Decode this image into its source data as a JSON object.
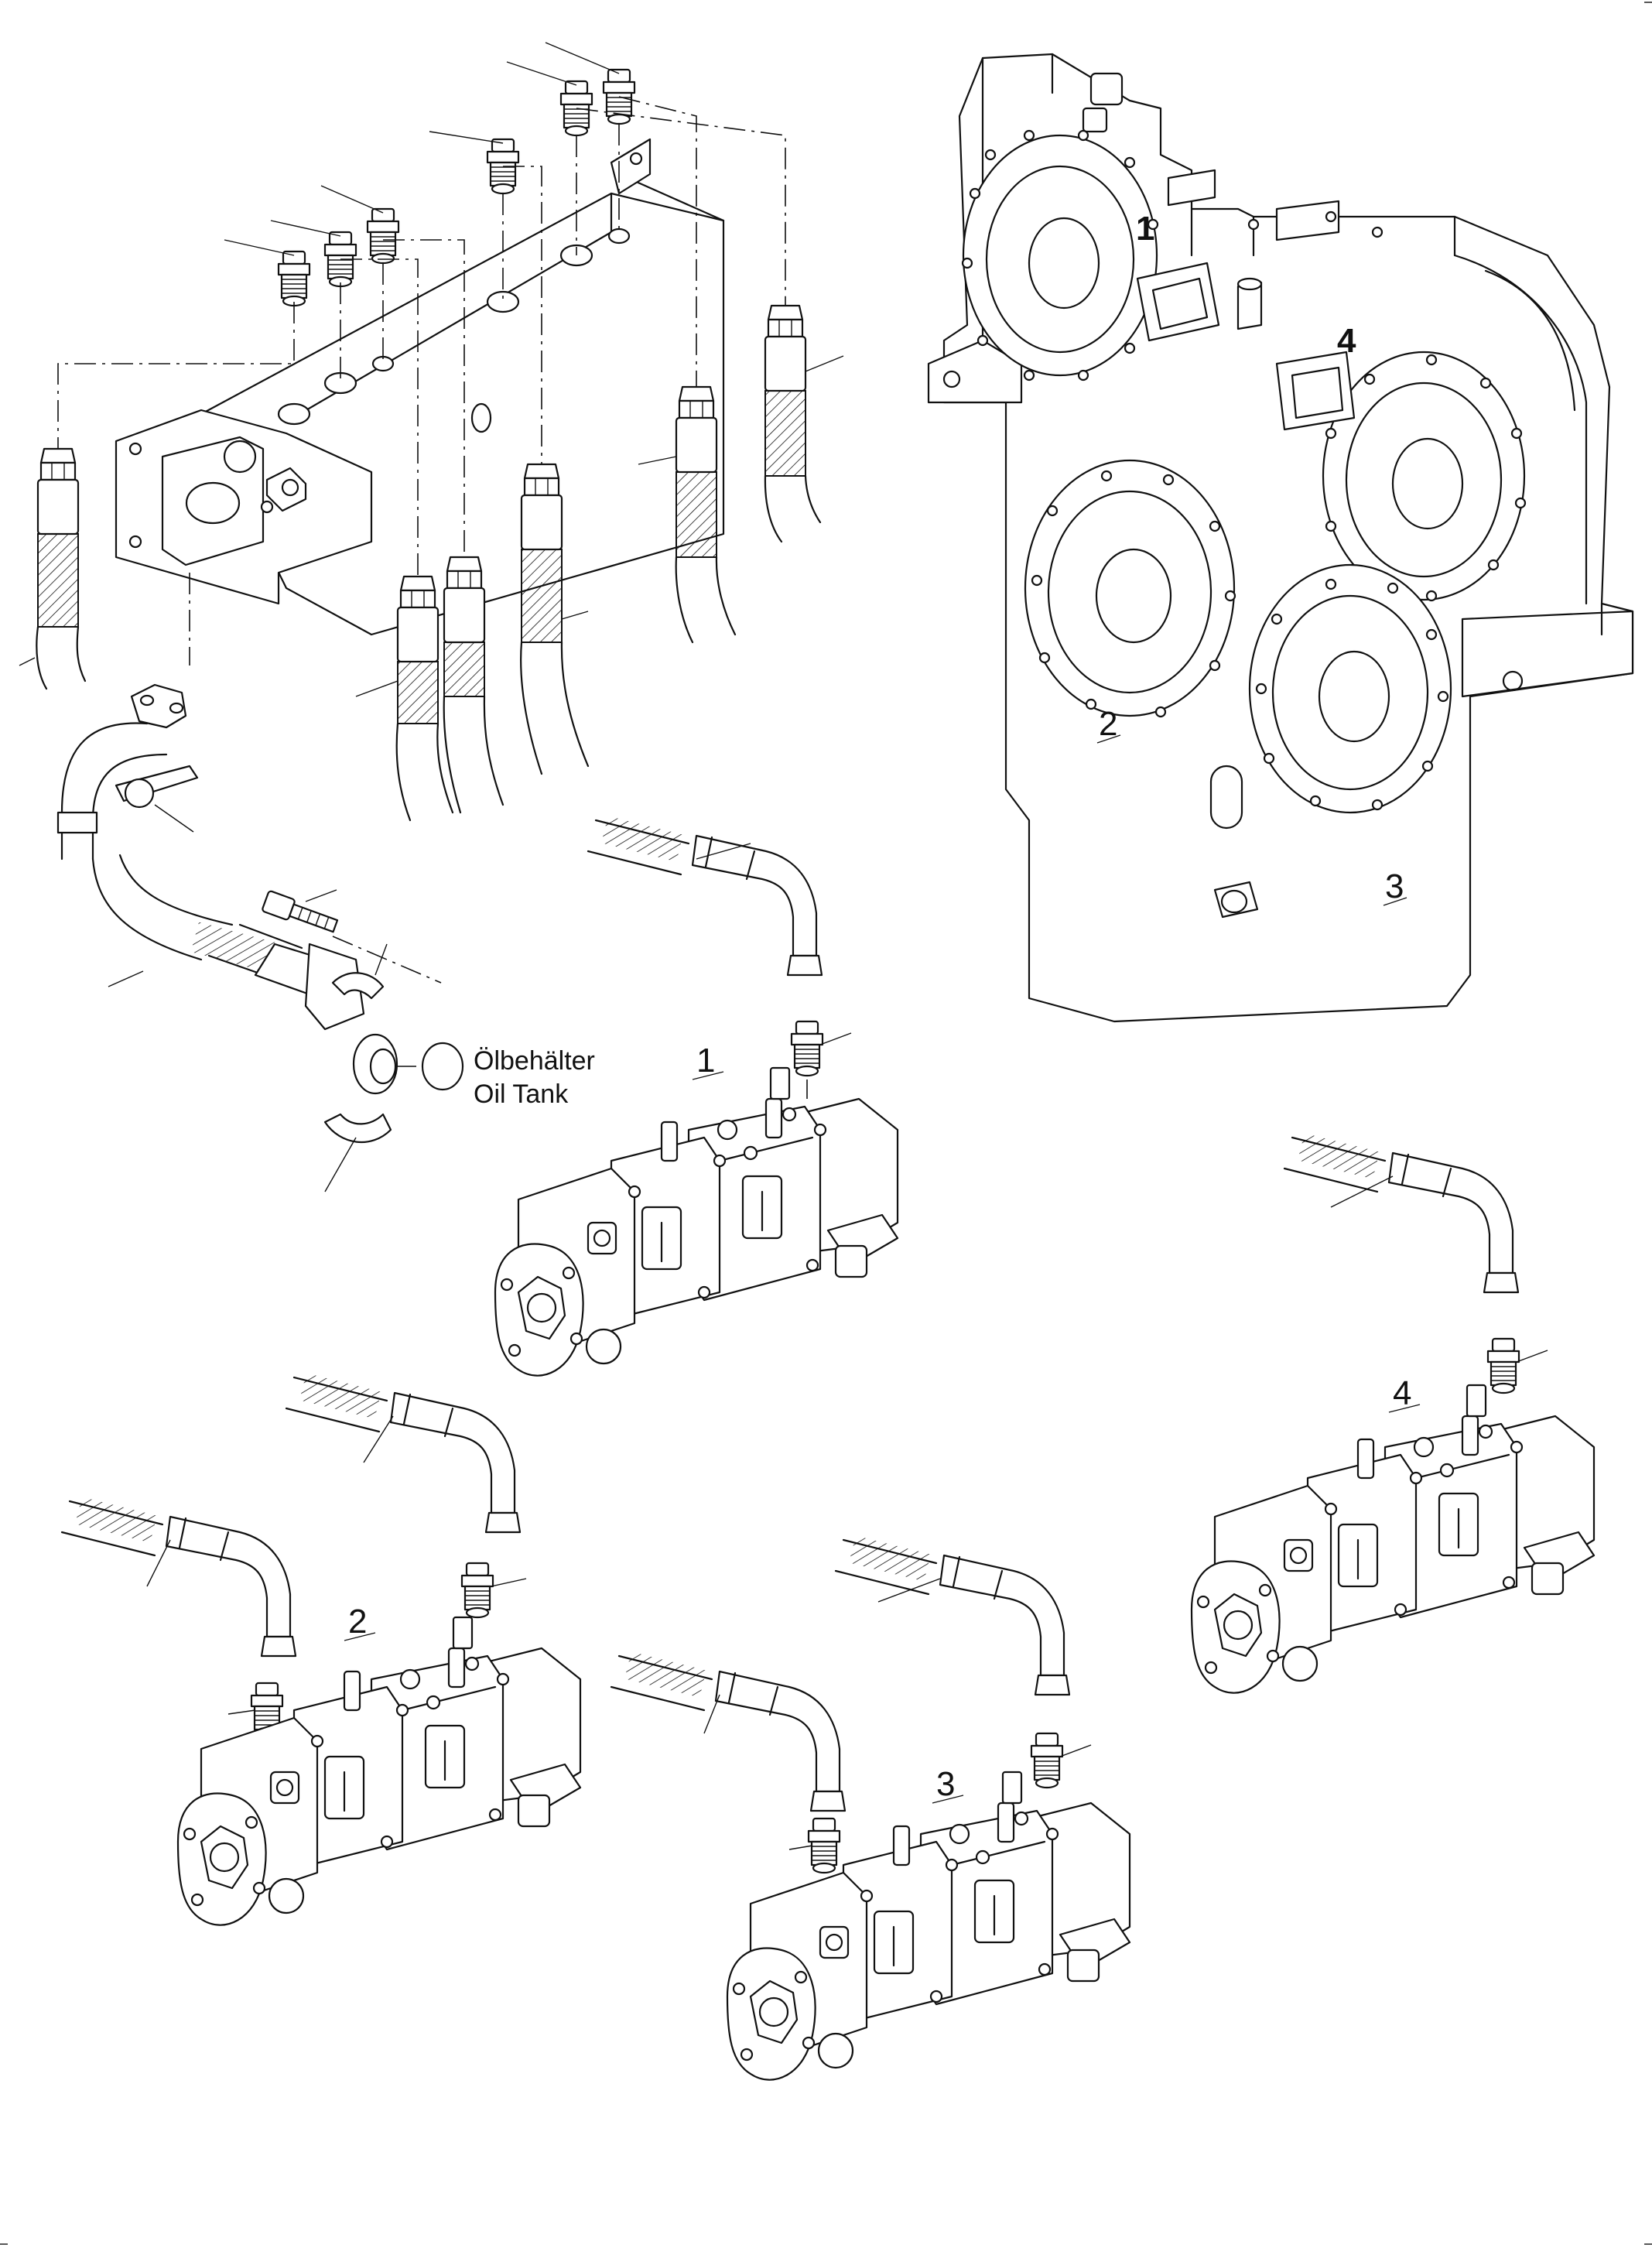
{
  "gearbox_labels": [
    "1",
    "4",
    "2",
    "3"
  ],
  "pump_labels": [
    "1",
    "2",
    "3",
    "4"
  ],
  "oil_tank_label": {
    "line1": "Ölbehälter",
    "line2": "Oil Tank"
  },
  "colors": {
    "ink": "#111111",
    "paper": "#ffffff"
  }
}
